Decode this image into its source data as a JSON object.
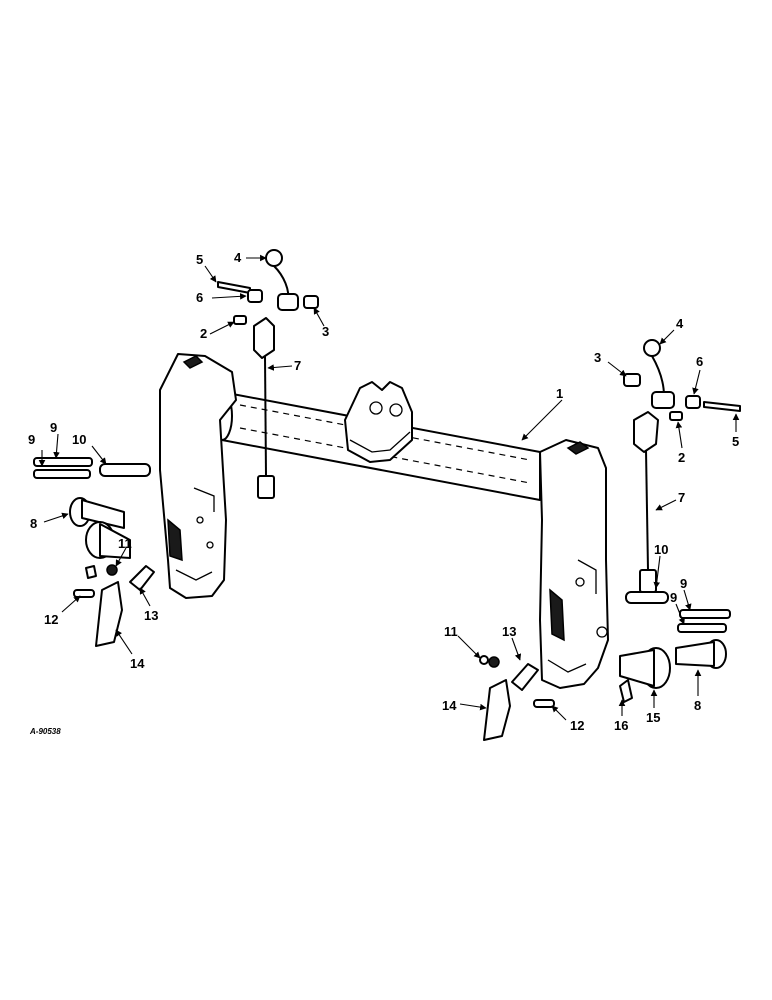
{
  "figure": {
    "code": "A-90538",
    "callouts": {
      "c1": "1",
      "c2l": "2",
      "c2r": "2",
      "c3l": "3",
      "c3r": "3",
      "c4l": "4",
      "c4r": "4",
      "c5l": "5",
      "c5r": "5",
      "c6l": "6",
      "c6r": "6",
      "c7l": "7",
      "c7r": "7",
      "c8l": "8",
      "c8r": "8",
      "c9la": "9",
      "c9lb": "9",
      "c9ra": "9",
      "c9rb": "9",
      "c10l": "10",
      "c10r": "10",
      "c11l": "11",
      "c11r": "11",
      "c12l": "12",
      "c12r": "12",
      "c13l": "13",
      "c13r": "13",
      "c14l": "14",
      "c14r": "14",
      "c15": "15",
      "c16": "16"
    }
  }
}
